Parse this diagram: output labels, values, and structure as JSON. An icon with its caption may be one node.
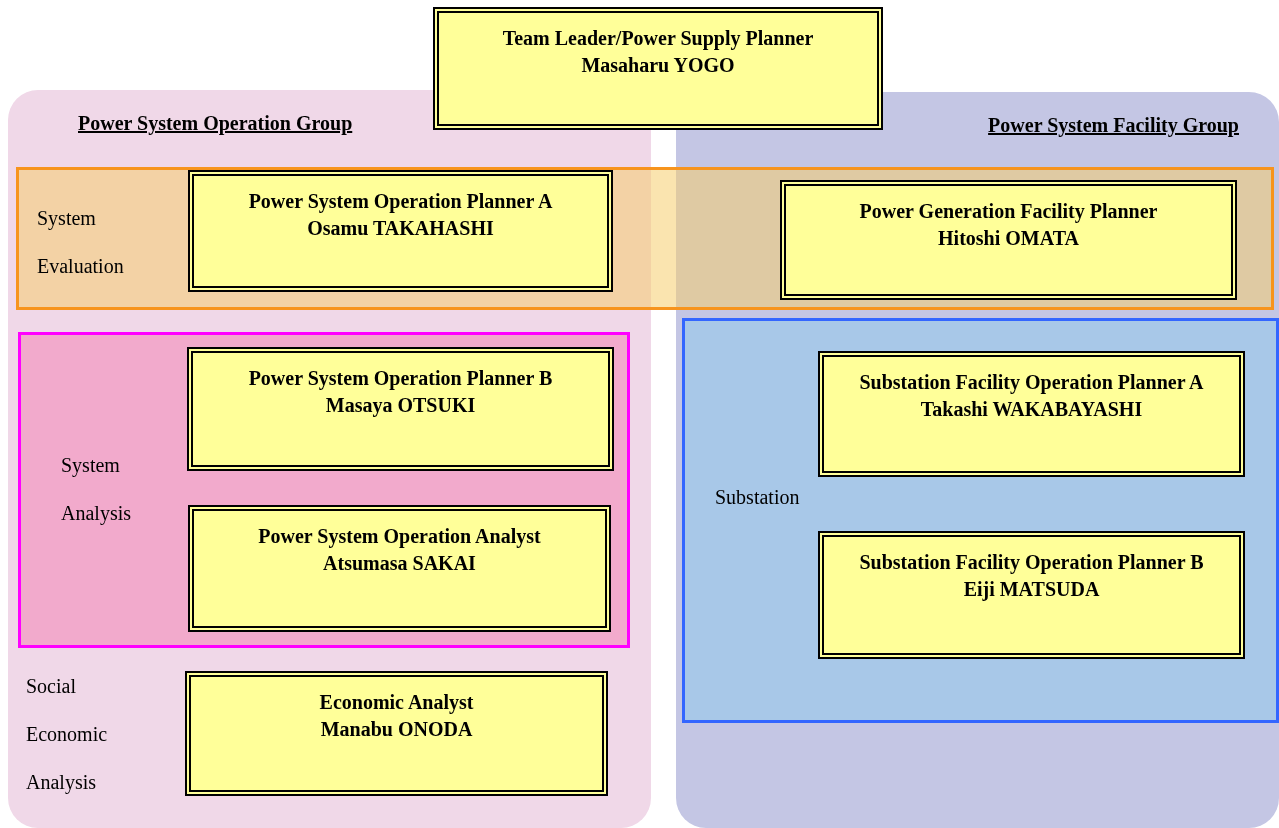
{
  "diagram": {
    "nodes": [
      {
        "text": [
          "Team Leader/Power Supply Planner",
          "Masaharu YOGO"
        ]
      },
      {
        "text": [
          "Power System Operation Group"
        ]
      },
      {
        "text": [
          "Power System Facility Group"
        ]
      },
      {
        "text": [
          "System Evaluation"
        ]
      },
      {
        "text": [
          "Power System Operation Planner A",
          "Osamu TAKAHASHI"
        ]
      },
      {
        "text": [
          "Power Generation Facility Planner",
          "Hitoshi OMATA"
        ]
      },
      {
        "text": [
          "System Analysis"
        ],
        "in": 1
      },
      {
        "text": [
          "Power System Operation Planner B",
          "Masaya OTSUKI"
        ],
        "in": 6
      },
      {
        "text": [
          "Power System Operation Analyst",
          "Atsumasa SAKAI"
        ],
        "in": 6
      },
      {
        "text": [
          "Economic Analyst",
          "Manabu ONODA"
        ],
        "in": 1
      },
      {
        "text": [
          "Substation"
        ],
        "in": 2
      },
      {
        "text": [
          "Substation Facility Operation Planner A",
          "Takashi WAKABAYASHI"
        ],
        "in": 10
      },
      {
        "text": [
          "Substation Facility Operation Planner B",
          "Eiji MATSUDA"
        ],
        "in": 10
      }
    ],
    "labels": [
      "Social Economic Analysis"
    ]
  }
}
